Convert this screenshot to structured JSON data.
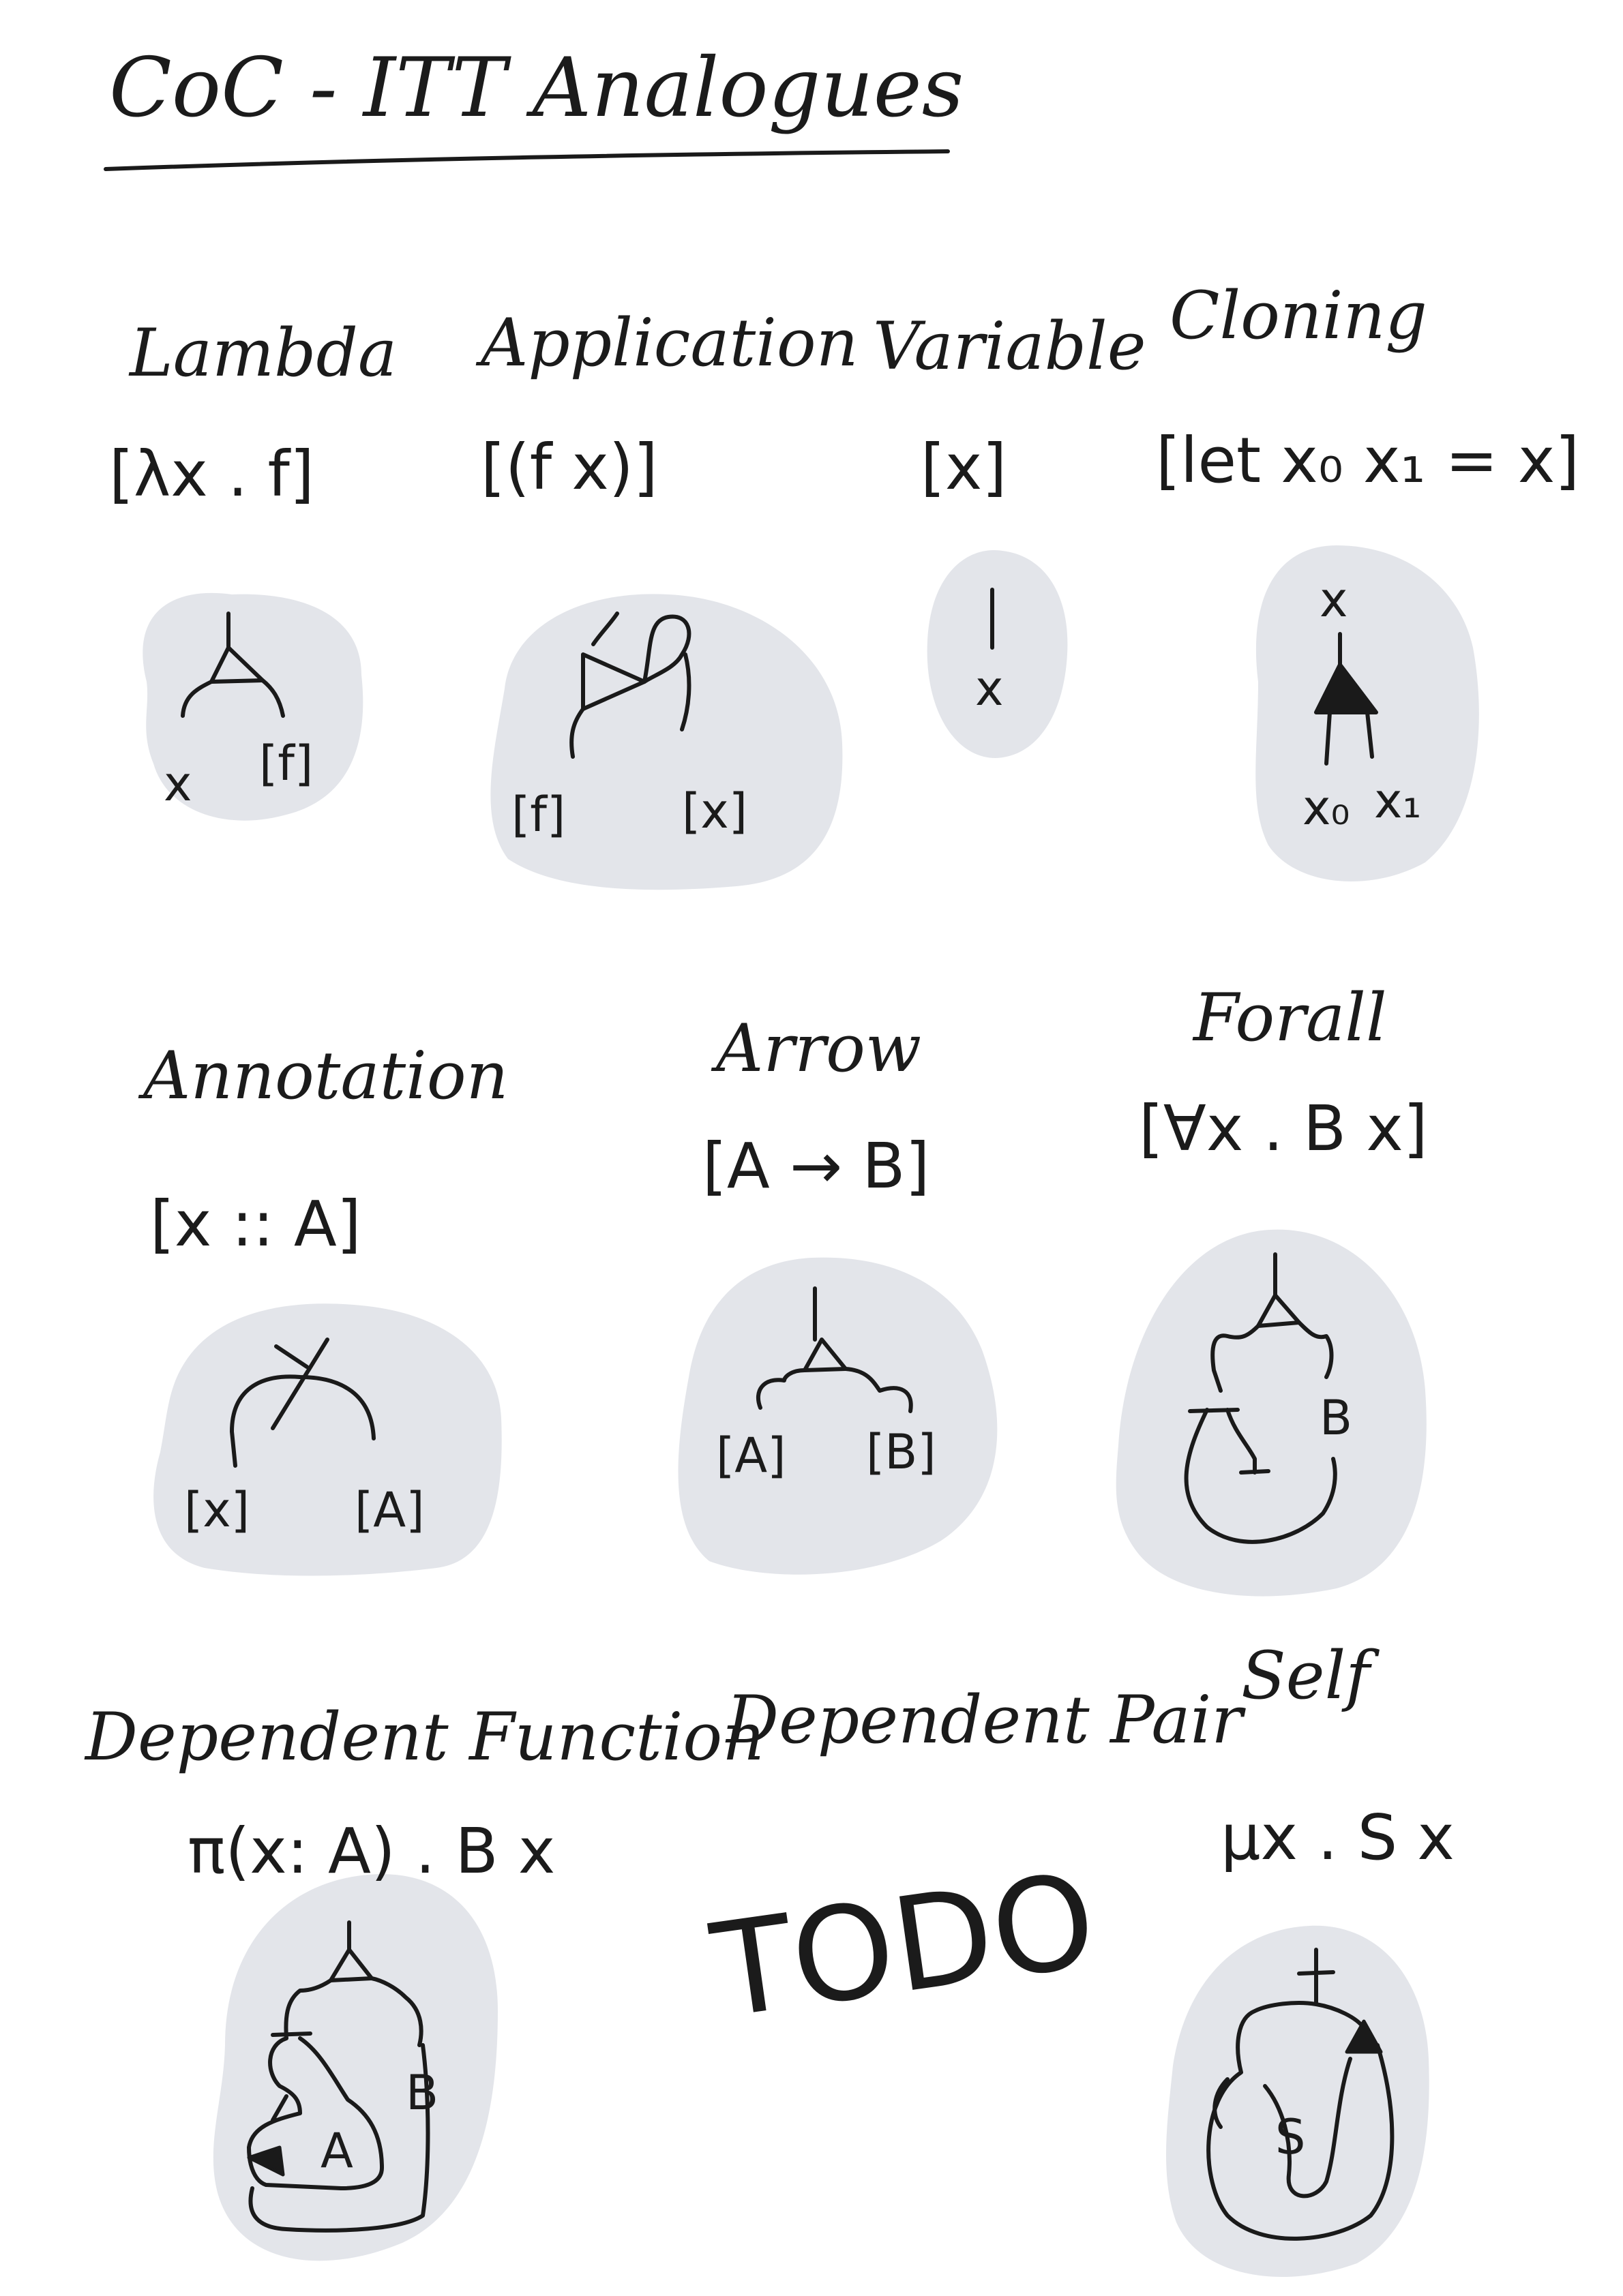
{
  "title": "CoC - ITT Analogues",
  "constructs": {
    "lambda": {
      "name": "Lambda",
      "term": "[λx . f]",
      "labels": [
        "x",
        "[f]"
      ]
    },
    "application": {
      "name": "Application",
      "term": "[(f  x)]",
      "labels": [
        "[f]",
        "[x]"
      ]
    },
    "variable": {
      "name": "Variable",
      "term": "[x]",
      "labels": [
        "x"
      ]
    },
    "cloning": {
      "name": "Cloning",
      "term": "[let x₀ x₁ = x]",
      "labels": [
        "x",
        "x₀",
        "x₁"
      ]
    },
    "annotation": {
      "name": "Annotation",
      "term": "[x :: A]",
      "labels": [
        "[x]",
        "[A]"
      ]
    },
    "arrow": {
      "name": "Arrow",
      "term": "[A → B]",
      "labels": [
        "[A]",
        "[B]"
      ]
    },
    "forall": {
      "name": "Forall",
      "term": "[∀x . B x]",
      "labels": [
        "B"
      ]
    },
    "dependent_function": {
      "name": "Dependent Function",
      "term": "π(x: A) . B x",
      "labels": [
        "B",
        "A"
      ]
    },
    "dependent_pair": {
      "name": "Dependent Pair",
      "placeholder": "TODO"
    },
    "self": {
      "name": "Self",
      "term": "μx . S x",
      "labels": [
        "S"
      ]
    }
  },
  "colors": {
    "ink": "#1a1a1a",
    "blob": "#e3e5ea",
    "paper": "#ffffff"
  }
}
